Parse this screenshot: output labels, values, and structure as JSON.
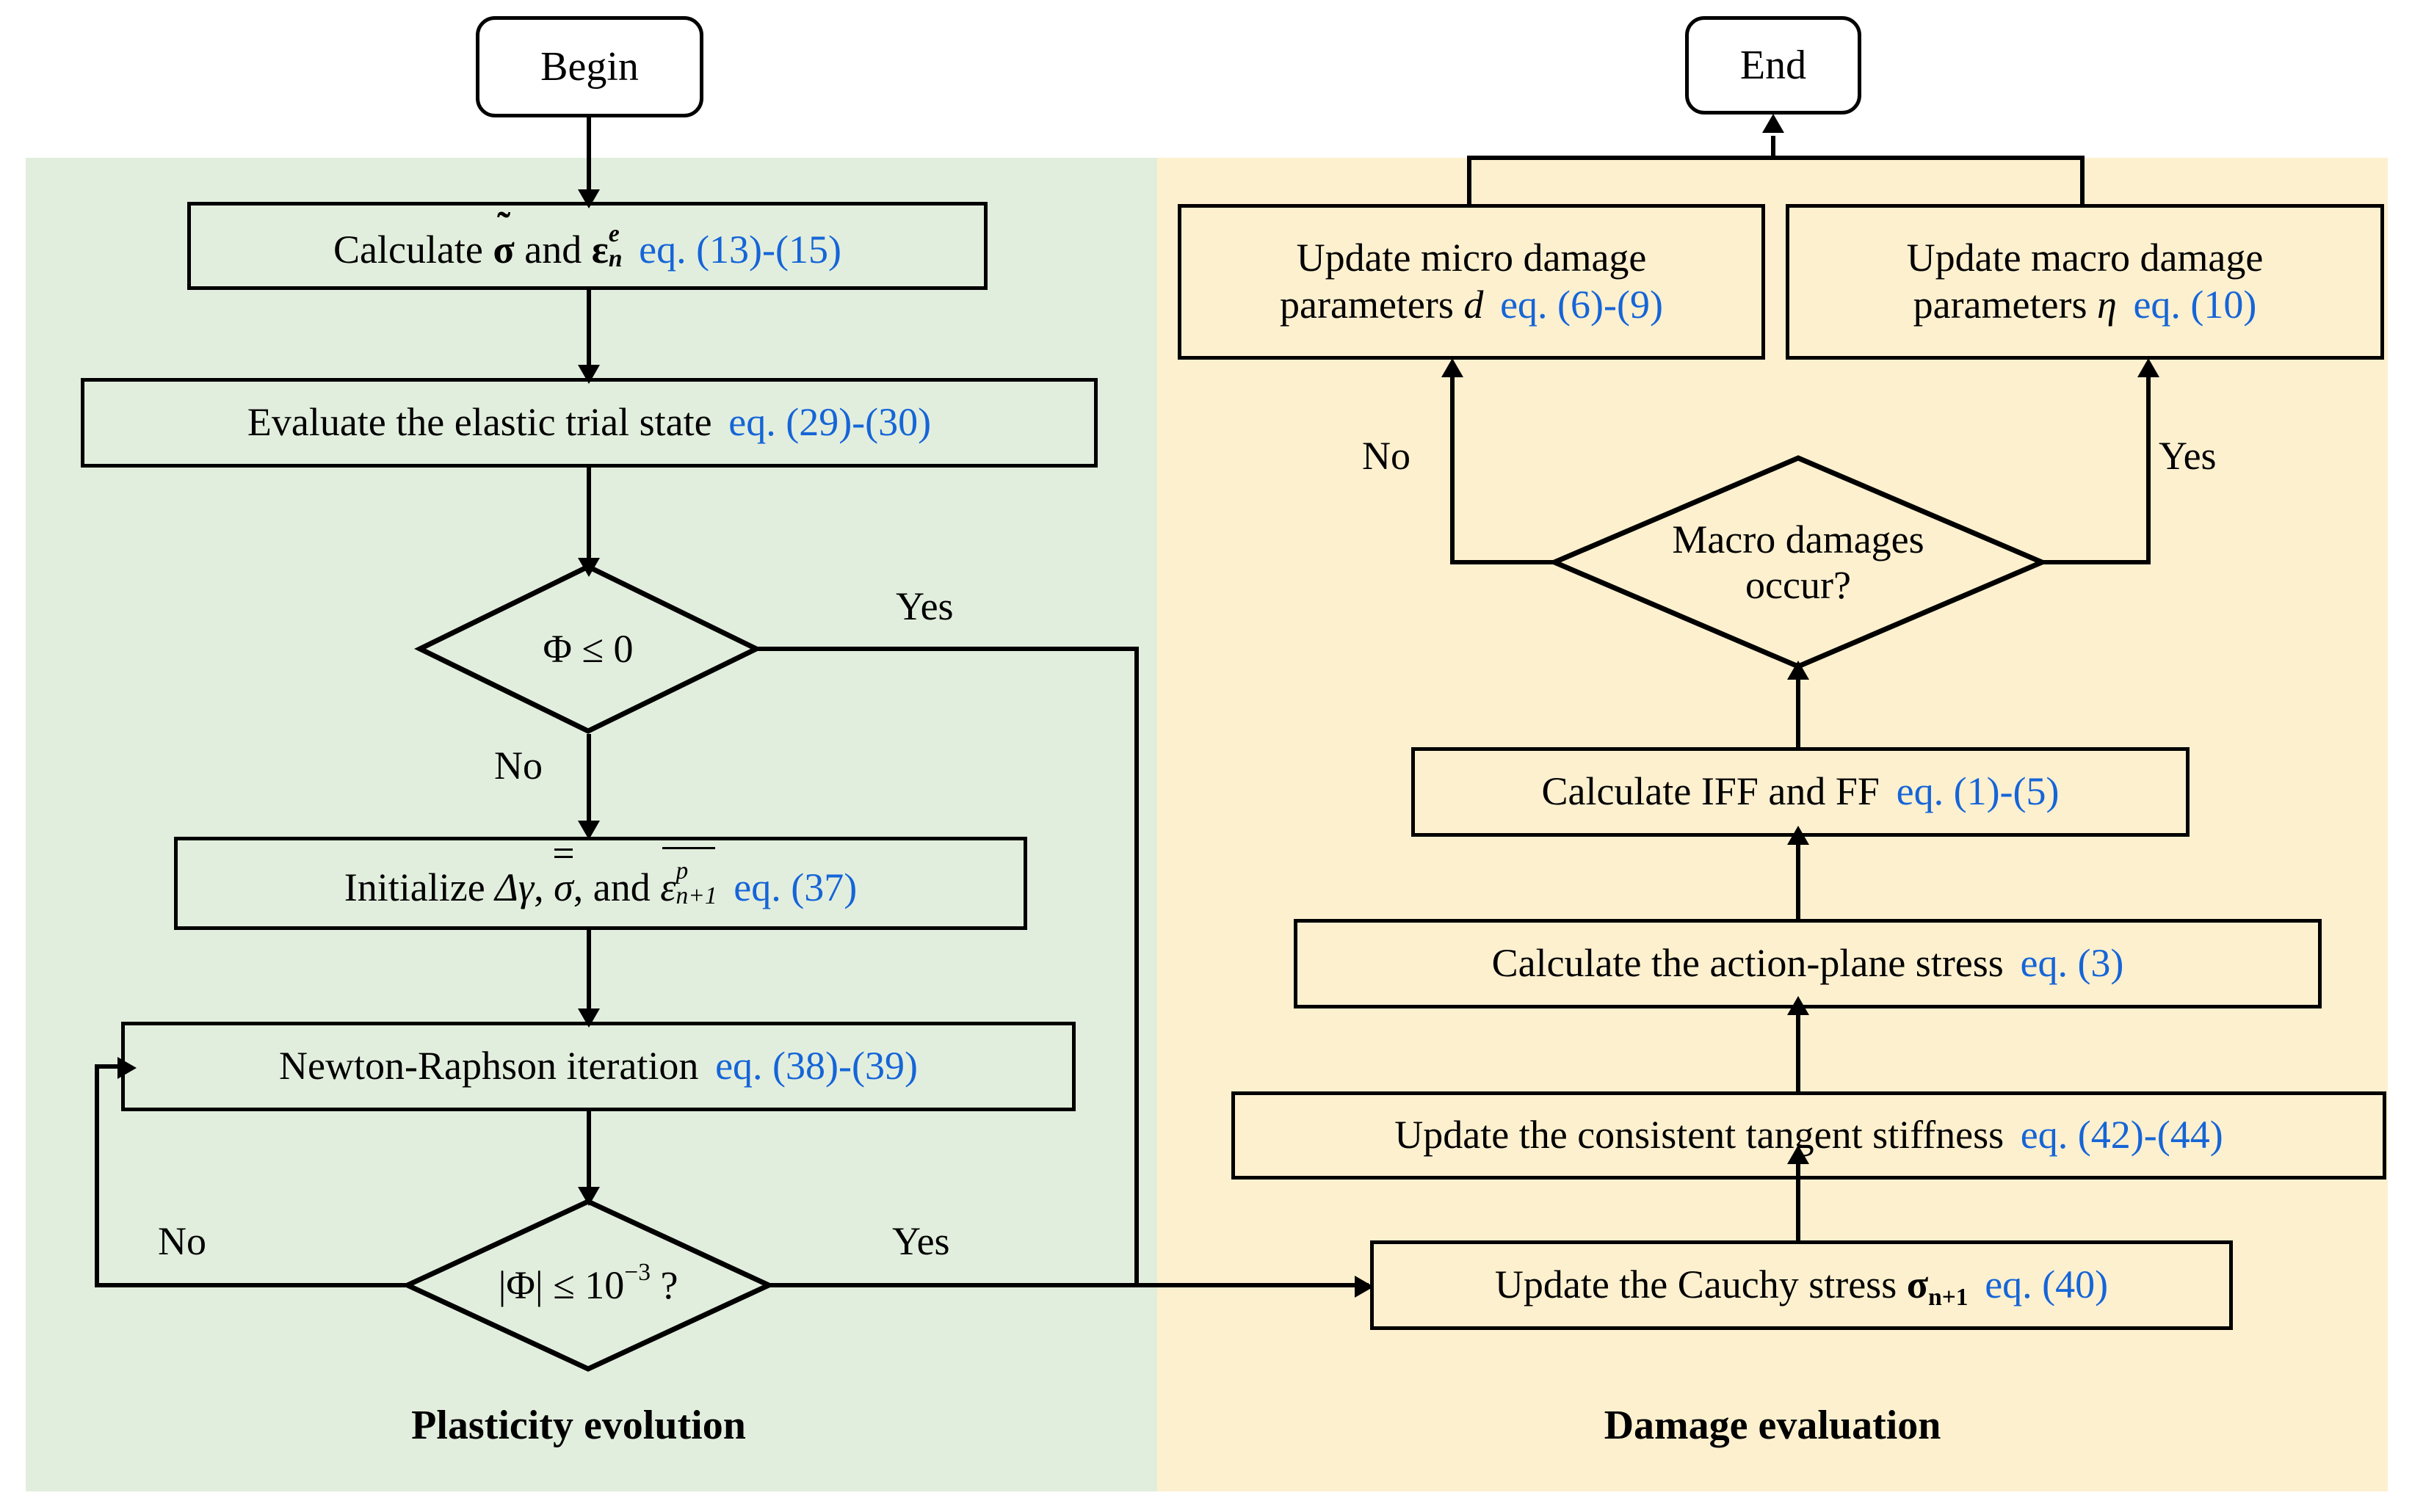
{
  "figure": {
    "type": "flowchart",
    "description": "Algorithm flowchart of a coupled plasticity-damage constitutive model split into two phases",
    "accent_equation_color": "#1565d8",
    "panel_plasticity_color": "#e2eedd",
    "panel_damage_color": "#fdf0cf"
  },
  "terminators": {
    "begin": "Begin",
    "end": "End"
  },
  "sections": {
    "left": {
      "caption": "Plasticity evolution"
    },
    "right": {
      "caption": "Damage evaluation"
    }
  },
  "plasticity": {
    "calc_stress": {
      "text_plain": "Calculate σ̃ and εⁿᵉ",
      "prefix": "Calculate",
      "sym1": "σ",
      "conj": "and",
      "sym2": "ε",
      "sym2_sup": "e",
      "sym2_sub": "n",
      "eq": "eq. (13)-(15)"
    },
    "elastic_trial": {
      "text": "Evaluate the elastic trial state",
      "eq": "eq. (29)-(30)"
    },
    "decision_phi": {
      "text": "Φ ≤ 0",
      "yes_label": "Yes",
      "no_label": "No"
    },
    "initialize": {
      "prefix": "Initialize",
      "sym1": "Δγ",
      "sym2": "σ",
      "conj": "and",
      "sym3": "ε",
      "sym3_sup": "p",
      "sym3_sub": "n+1",
      "text_plain": "Initialize Δγ, σ̄̄, and ε̄ⁿ⁺¹ᵖ",
      "eq": "eq. (37)"
    },
    "newton_raphson": {
      "text": "Newton-Raphson iteration",
      "eq": "eq. (38)-(39)"
    },
    "decision_tol": {
      "text": "|Φ| ≤ 10⁻³ ?",
      "base": "|Φ| ≤ 10",
      "exponent": "−3",
      "suffix": "?",
      "yes_label": "Yes",
      "no_label": "No"
    }
  },
  "damage": {
    "update_cauchy": {
      "prefix": "Update the Cauchy stress",
      "sym": "σ",
      "sym_sub": "n+1",
      "text_plain": "Update the Cauchy stress σₙ₊₁",
      "eq": "eq. (40)"
    },
    "tangent_stiffness": {
      "text": "Update the consistent tangent stiffness",
      "eq": "eq. (42)-(44)"
    },
    "action_plane": {
      "text": "Calculate the action-plane stress",
      "eq": "eq. (3)"
    },
    "iff_ff": {
      "text": "Calculate IFF and FF",
      "eq": "eq. (1)-(5)"
    },
    "decision_macro": {
      "line1": "Macro damages",
      "line2": "occur?",
      "text_plain": "Macro damages occur?",
      "no_label": "No",
      "yes_label": "Yes"
    },
    "update_micro": {
      "line1": "Update micro damage",
      "line2_prefix": "parameters",
      "line2_sym": "d",
      "text_plain": "Update micro damage parameters d",
      "eq": "eq. (6)-(9)"
    },
    "update_macro": {
      "line1": "Update macro damage",
      "line2_prefix": "parameters",
      "line2_sym": "η",
      "text_plain": "Update macro damage parameters η",
      "eq": "eq. (10)"
    }
  }
}
